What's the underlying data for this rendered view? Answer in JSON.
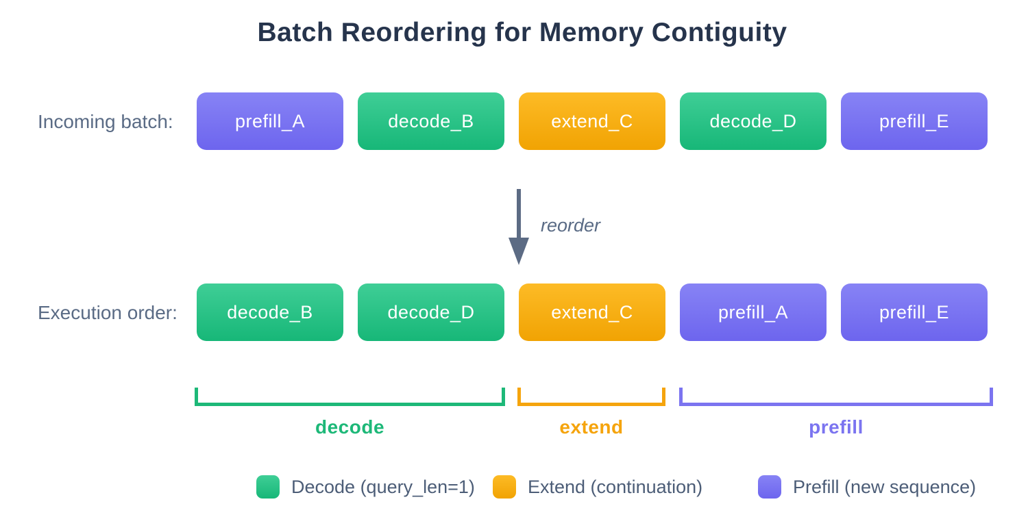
{
  "title": "Batch Reordering for Memory Contiguity",
  "rows": {
    "incoming": {
      "label": "Incoming batch:",
      "boxes": [
        {
          "label": "prefill_A",
          "type": "prefill"
        },
        {
          "label": "decode_B",
          "type": "decode"
        },
        {
          "label": "extend_C",
          "type": "extend"
        },
        {
          "label": "decode_D",
          "type": "decode"
        },
        {
          "label": "prefill_E",
          "type": "prefill"
        }
      ]
    },
    "execution": {
      "label": "Execution order:",
      "boxes": [
        {
          "label": "decode_B",
          "type": "decode"
        },
        {
          "label": "decode_D",
          "type": "decode"
        },
        {
          "label": "extend_C",
          "type": "extend"
        },
        {
          "label": "prefill_A",
          "type": "prefill"
        },
        {
          "label": "prefill_E",
          "type": "prefill"
        }
      ]
    }
  },
  "arrow": {
    "label": "reorder"
  },
  "brackets": [
    {
      "label": "decode",
      "type": "decode"
    },
    {
      "label": "extend",
      "type": "extend"
    },
    {
      "label": "prefill",
      "type": "prefill"
    }
  ],
  "legend": [
    {
      "label": "Decode (query_len=1)",
      "type": "decode"
    },
    {
      "label": "Extend (continuation)",
      "type": "extend"
    },
    {
      "label": "Prefill (new sequence)",
      "type": "prefill"
    }
  ],
  "colors": {
    "decode": "#1db878",
    "extend": "#f5a40d",
    "prefill": "#7b74f0",
    "title_text": "#26344c",
    "label_text": "#5a6b85",
    "arrow": "#5c6b84",
    "background": "#ffffff"
  }
}
